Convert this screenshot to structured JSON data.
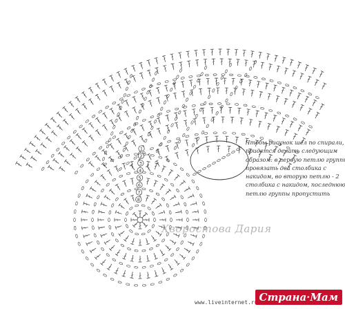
{
  "note": {
    "lines": [
      "Чтобы рисунок шел по спирали,",
      "придется делать следующим",
      "образом: в первую петлю группы",
      "провязать два столбика с",
      "накидом, во вторую петлю - 2",
      "столбика с накидом, последнюю",
      "петлю группы пропустить"
    ]
  },
  "row_numbers": [
    "1",
    "2",
    "3",
    "4",
    "5",
    "6",
    "7",
    "8"
  ],
  "watermark": "Хворостова Дария",
  "footer_url": "www.liveinternet.ru/users/3403643/",
  "logo": {
    "part1": "Страна",
    "dot": "·",
    "part2": "Мам"
  },
  "colors": {
    "ink": "#333333",
    "logo_bg": "#c8102e"
  }
}
